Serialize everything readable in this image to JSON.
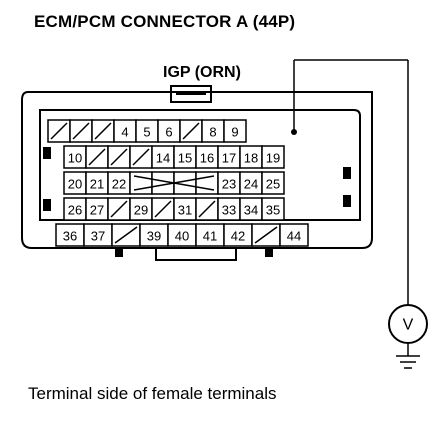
{
  "title": "ECM/PCM CONNECTOR A (44P)",
  "probe_label": "IGP (ORN)",
  "caption": "Terminal side of female terminals",
  "meter_symbol": "V",
  "connector": {
    "rows": [
      [
        "",
        "",
        "",
        "4",
        "5",
        "6",
        "",
        "8",
        "9"
      ],
      [
        "10",
        "",
        "",
        "",
        "14",
        "15",
        "16",
        "17",
        "18",
        "19"
      ],
      [
        "20",
        "21",
        "22",
        "",
        "",
        "",
        "",
        "23",
        "24",
        "25"
      ],
      [
        "26",
        "27",
        "",
        "29",
        "",
        "31",
        "",
        "33",
        "34",
        "35"
      ],
      [
        "36",
        "37",
        "",
        "39",
        "40",
        "41",
        "42",
        "",
        "44"
      ]
    ],
    "probed_terminal": "8"
  }
}
